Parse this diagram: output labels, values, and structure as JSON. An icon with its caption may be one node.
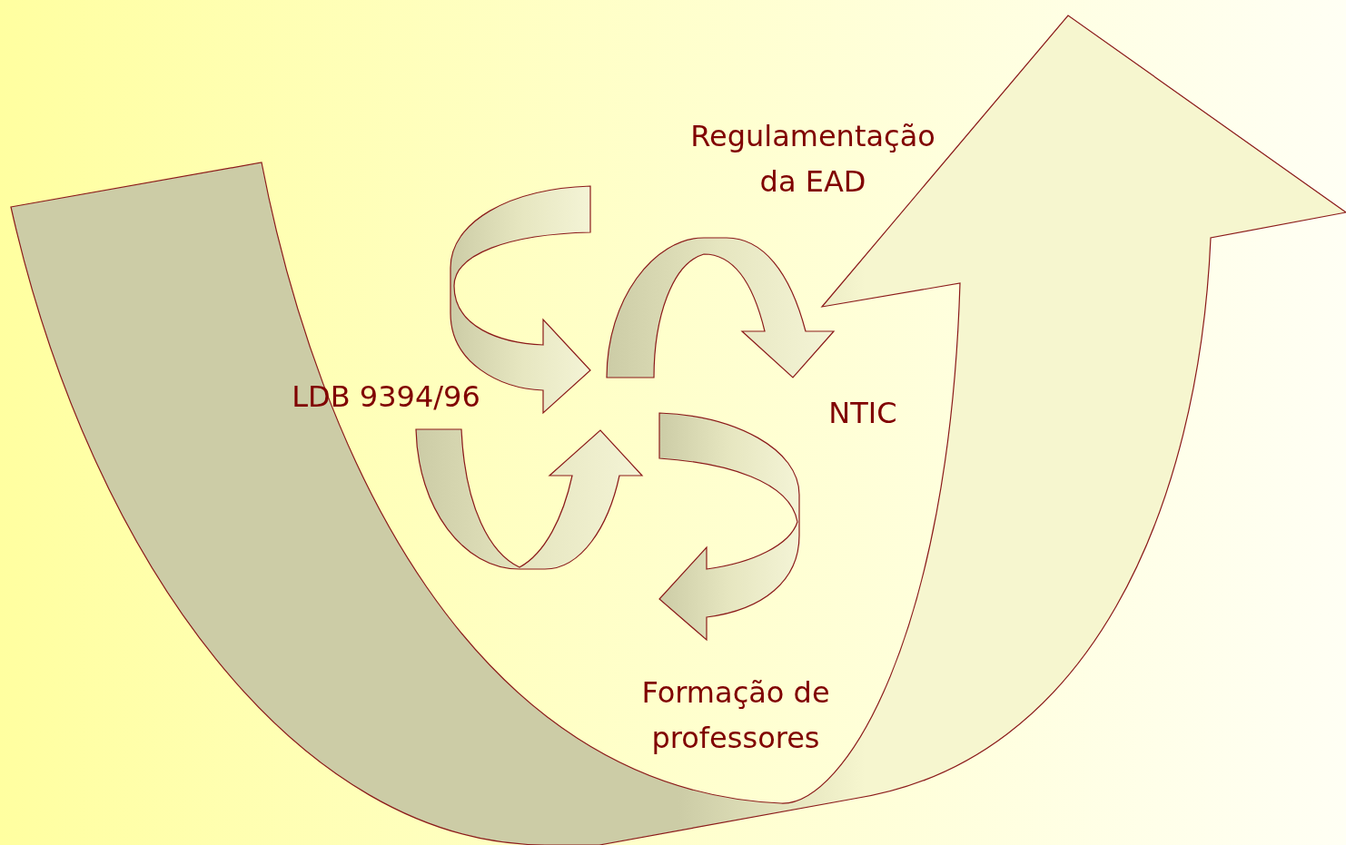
{
  "diagram": {
    "labels": [
      "Regulamentação da EAD",
      "LDB 9394/96",
      "NTIC",
      "Formação de professores"
    ]
  }
}
